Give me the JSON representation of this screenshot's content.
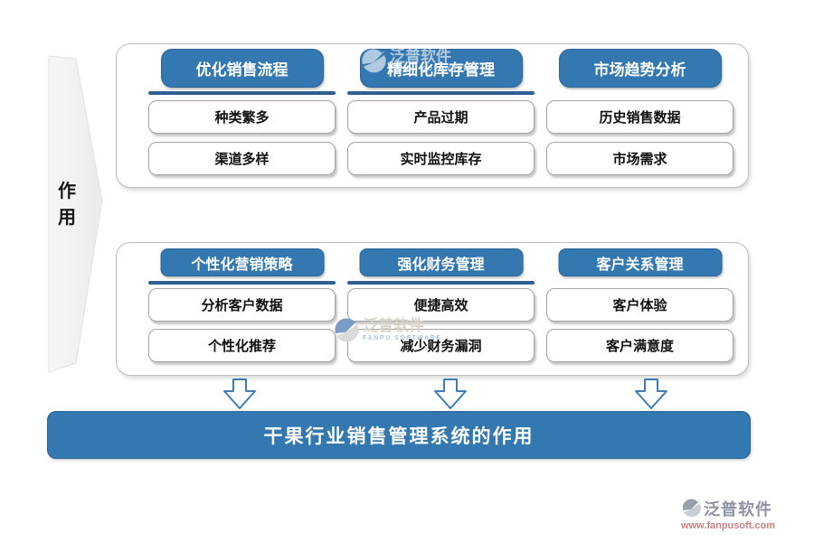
{
  "left_banner": {
    "label": "作用"
  },
  "groups": [
    {
      "name": "top",
      "columns": [
        {
          "header": "优化销售流程",
          "underline": true,
          "items": [
            "种类繁多",
            "渠道多样"
          ]
        },
        {
          "header": "精细化库存管理",
          "underline": true,
          "items": [
            "产品过期",
            "实时监控库存"
          ]
        },
        {
          "header": "市场趋势分析",
          "underline": false,
          "items": [
            "历史销售数据",
            "市场需求"
          ]
        }
      ]
    },
    {
      "name": "bottom",
      "columns": [
        {
          "header": "个性化营销策略",
          "underline": true,
          "items": [
            "分析客户数据",
            "个性化推荐"
          ]
        },
        {
          "header": "强化财务管理",
          "underline": true,
          "items": [
            "便捷高效",
            "减少财务漏洞"
          ]
        },
        {
          "header": "客户关系管理",
          "underline": false,
          "items": [
            "客户体验",
            "客户满意度"
          ]
        }
      ]
    }
  ],
  "banner": {
    "title": "干果行业销售管理系统的作用"
  },
  "watermark": {
    "brand": "泛普软件",
    "sub": "FANPU SOFTWARE"
  },
  "footer_logo": {
    "brand": "泛普软件",
    "url": "www.fanpusoft.com"
  },
  "colors": {
    "header_blue": "#3478b2",
    "underline_blue": "#2d5f94",
    "banner_blue": "#3478b2",
    "arrow_blue": "#3e7cb8",
    "panel_border": "#bdbdbd"
  }
}
